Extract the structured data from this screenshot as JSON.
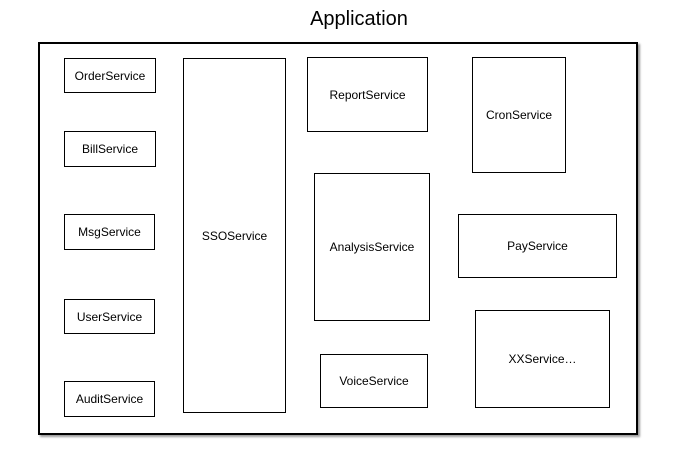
{
  "diagram": {
    "title": "Application",
    "colors": {
      "stroke": "#000000",
      "node_fill": "#ffffff",
      "background": "#ffffff"
    },
    "nodes": [
      {
        "id": "order",
        "label": "OrderService"
      },
      {
        "id": "bill",
        "label": "BillService"
      },
      {
        "id": "msg",
        "label": "MsgService"
      },
      {
        "id": "user",
        "label": "UserService"
      },
      {
        "id": "audit",
        "label": "AuditService"
      },
      {
        "id": "sso",
        "label": "SSOService"
      },
      {
        "id": "report",
        "label": "ReportService"
      },
      {
        "id": "analysis",
        "label": "AnalysisService"
      },
      {
        "id": "voice",
        "label": "VoiceService"
      },
      {
        "id": "cron",
        "label": "CronService"
      },
      {
        "id": "pay",
        "label": "PayService"
      },
      {
        "id": "xx",
        "label": "XXService…"
      }
    ]
  }
}
